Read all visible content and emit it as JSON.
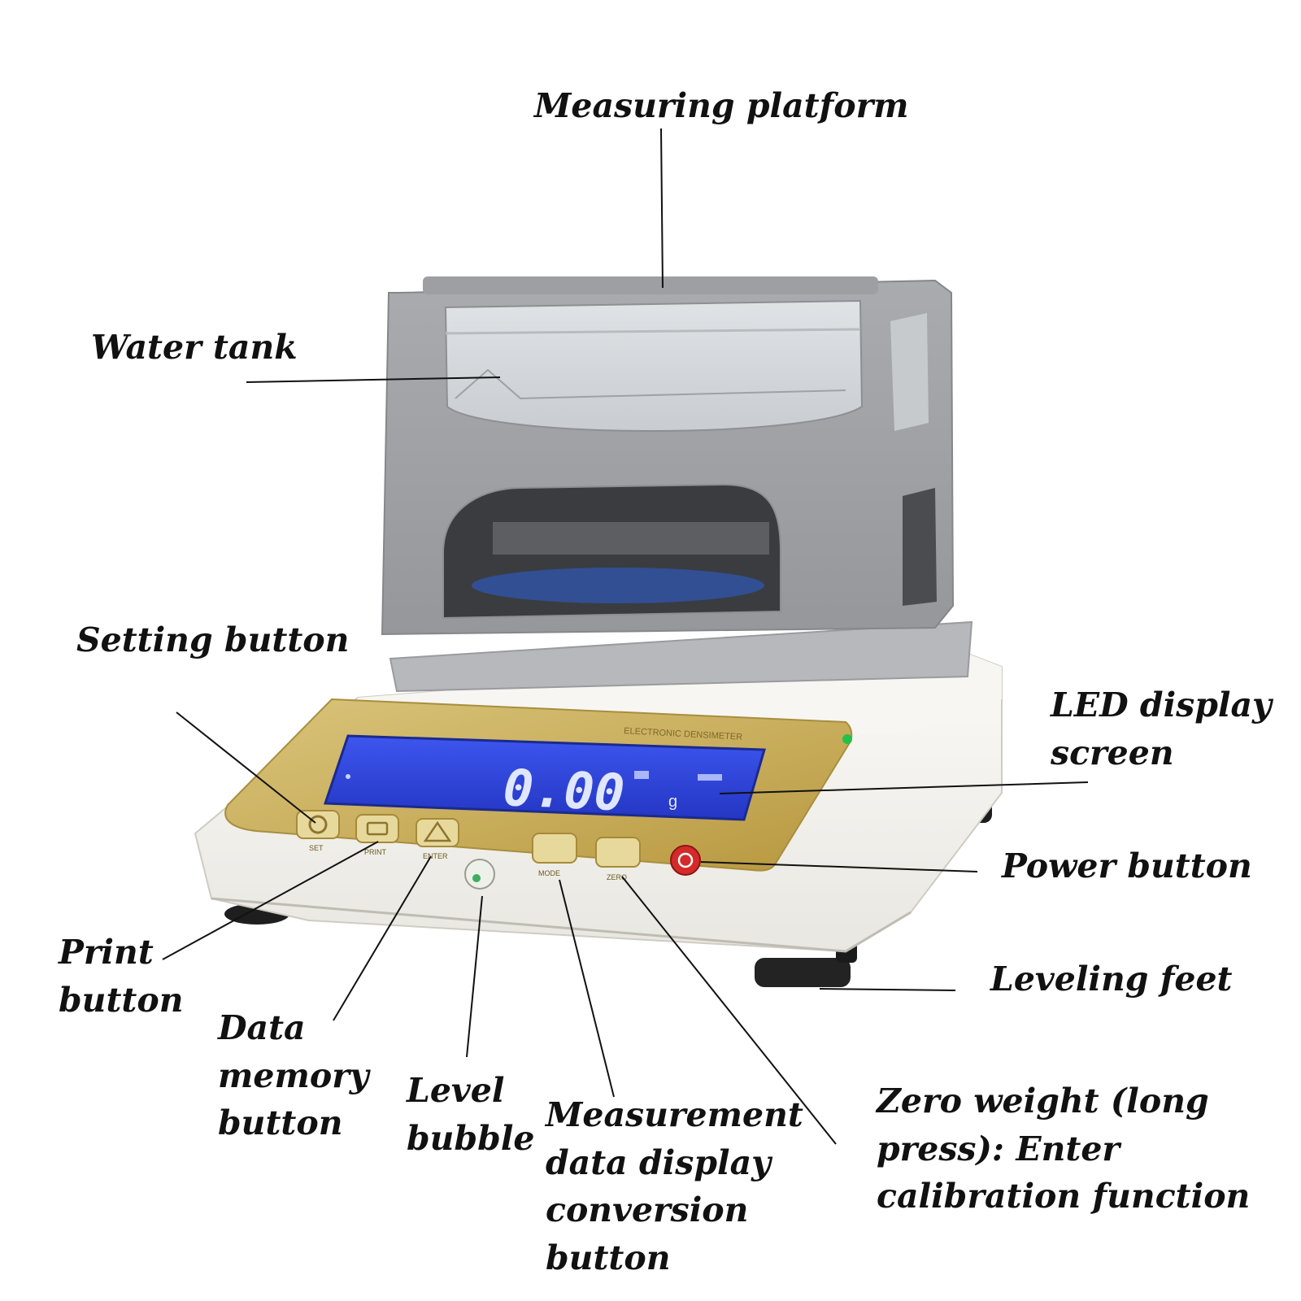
{
  "callouts": {
    "measuring_platform": "Measuring platform",
    "water_tank": "Water tank",
    "setting_button": "Setting button",
    "led_display": [
      "LED display",
      "screen"
    ],
    "power_button": "Power button",
    "print_button": [
      "Print",
      "button"
    ],
    "leveling_feet": "Leveling feet",
    "data_memory_button": [
      "Data",
      "memory",
      "button"
    ],
    "level_bubble": [
      "Level",
      "bubble"
    ],
    "measurement_conversion_button": [
      "Measurement",
      "data display",
      "conversion",
      "button"
    ],
    "zero_weight": [
      "Zero weight (long",
      "press): Enter",
      "calibration function"
    ]
  },
  "device": {
    "panel_brand": "ELECTRONIC DENSIMETER",
    "reading": "0.00",
    "unit": "g",
    "button_labels": {
      "set": "SET",
      "print": "PRINT",
      "enter": "ENTER",
      "mode": "MODE",
      "zero": "ZERO"
    }
  },
  "colors": {
    "lcd_blue": "#2a3fd6",
    "panel_gold": "#c9b060",
    "tank_gray": "#a2a4a8",
    "body_white": "#f4f3ef",
    "power_red": "#d42a2a",
    "indicator_green": "#22c24a"
  }
}
